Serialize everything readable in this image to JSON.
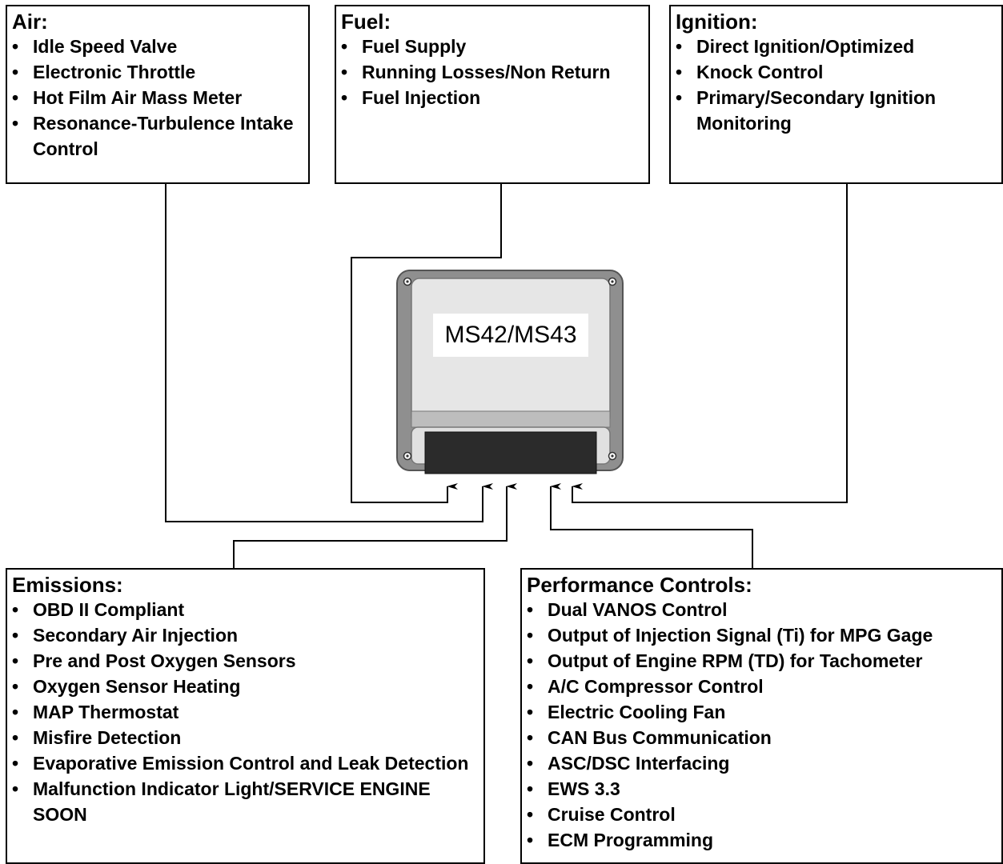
{
  "air": {
    "title": "Air:",
    "items": [
      "Idle Speed Valve",
      "Electronic Throttle",
      "Hot Film Air Mass Meter",
      "Resonance-Turbulence Intake Control"
    ]
  },
  "fuel": {
    "title": "Fuel:",
    "items": [
      "Fuel Supply",
      "Running Losses/Non Return",
      "Fuel Injection"
    ]
  },
  "ignition": {
    "title": "Ignition:",
    "items": [
      "Direct Ignition/Optimized",
      "Knock Control",
      "Primary/Secondary Ignition Monitoring"
    ]
  },
  "ecu": {
    "label": "MS42/MS43"
  },
  "emissions": {
    "title": "Emissions:",
    "items": [
      "OBD II Compliant",
      "Secondary Air Injection",
      "Pre and Post Oxygen Sensors",
      "Oxygen Sensor Heating",
      "MAP Thermostat",
      "Misfire Detection",
      "Evaporative Emission Control and Leak Detection",
      "Malfunction Indicator Light/SERVICE ENGINE SOON"
    ]
  },
  "performance": {
    "title": "Performance Controls:",
    "items": [
      "Dual VANOS Control",
      "Output of Injection Signal (Ti) for MPG Gage",
      "Output of Engine RPM (TD) for Tachometer",
      "A/C Compressor Control",
      "Electric Cooling Fan",
      "CAN Bus Communication",
      "ASC/DSC Interfacing",
      "EWS 3.3",
      "Cruise Control",
      "ECM Programming"
    ]
  },
  "colors": {
    "ecu_housing": "#8f8f8f",
    "ecu_face": "#e6e6e6",
    "ecu_strip": "#bdbdbd",
    "connector": "#2b2b2b"
  }
}
